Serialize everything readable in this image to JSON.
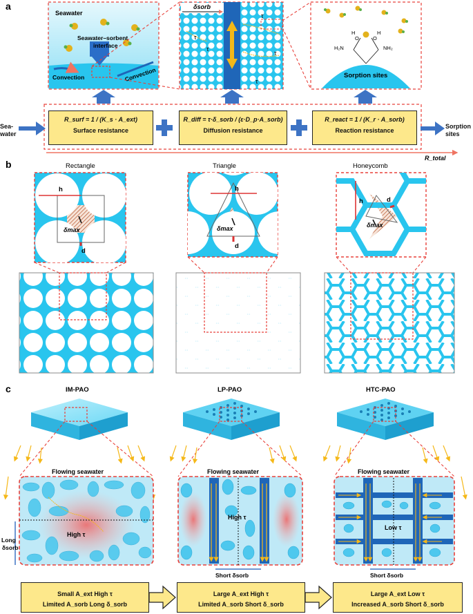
{
  "panel_a": {
    "letter": "a",
    "zoom1": {
      "seawater": "Seawater",
      "interface": "Seawater–sorbent\ninterface",
      "convection_left": "Convection",
      "convection_right": "Convection"
    },
    "zoom2": {
      "delta": "δsorb",
      "tau": "τ"
    },
    "zoom3": {
      "sorption_sites": "Sorption sites",
      "h2n_left": "H₂N",
      "nh2_right": "NH₂",
      "h_label": "H",
      "o_label": "O"
    },
    "input_label": "Sea-\nwater",
    "output_label": "Sorption\nsites",
    "r_total": "R_total",
    "boxes": [
      {
        "formula": "R_surf = 1 / (K_s · A_ext)",
        "name": "Surface resistance"
      },
      {
        "formula": "R_diff = τ·δ_sorb / (ε·D_p·A_sorb)",
        "name": "Diffusion resistance"
      },
      {
        "formula": "R_react = 1 / (K_r · A_sorb)",
        "name": "Reaction resistance"
      }
    ]
  },
  "panel_b": {
    "letter": "b",
    "patterns": [
      {
        "title": "Rectangle",
        "h": "h",
        "d": "d",
        "delta": "δmax"
      },
      {
        "title": "Triangle",
        "h": "h",
        "d": "d",
        "delta": "δmax"
      },
      {
        "title": "Honeycomb",
        "h": "h",
        "d": "d",
        "delta": "δmax"
      }
    ]
  },
  "panel_c": {
    "letter": "c",
    "materials": [
      {
        "title": "IM-PAO",
        "flow": "Flowing seawater",
        "tau": "High τ",
        "delta": "Long\nδsorb",
        "box_line1": "Small A_ext  High τ",
        "box_line2": "Limited A_sorb  Long δ_sorb"
      },
      {
        "title": "LP-PAO",
        "flow": "Flowing seawater",
        "tau": "High τ",
        "delta": "Short δsorb",
        "box_line1": "Large A_ext  High τ",
        "box_line2": "Limited A_sorb  Short δ_sorb"
      },
      {
        "title": "HTC-PAO",
        "flow": "Flowing seawater",
        "tau": "Low τ",
        "delta": "Short δsorb",
        "box_line1": "Large A_ext  Low τ",
        "box_line2": "Increased A_sorb  Short δ_sorb"
      }
    ]
  },
  "colors": {
    "cyan": "#29c5ee",
    "dark_blue": "#1f66b8",
    "yellow": "#fde88b",
    "red_dash": "#e8403a",
    "arrow_blue": "#3d73c4",
    "gold": "#f5b818"
  }
}
